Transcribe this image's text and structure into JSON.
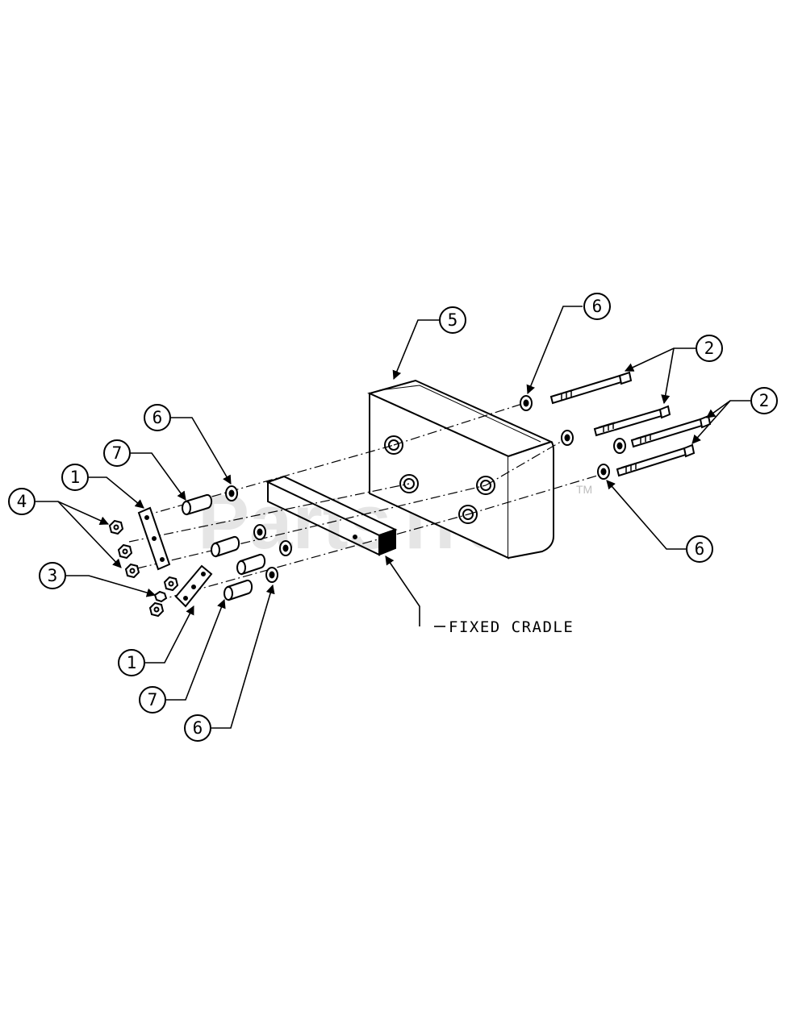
{
  "diagram": {
    "callouts": [
      {
        "id": "c5",
        "number": "5"
      },
      {
        "id": "c6a",
        "number": "6"
      },
      {
        "id": "c2a",
        "number": "2"
      },
      {
        "id": "c2b",
        "number": "2"
      },
      {
        "id": "c6b",
        "number": "6"
      },
      {
        "id": "c6c",
        "number": "6"
      },
      {
        "id": "c7a",
        "number": "7"
      },
      {
        "id": "c1a",
        "number": "1"
      },
      {
        "id": "c4",
        "number": "4"
      },
      {
        "id": "c3",
        "number": "3"
      },
      {
        "id": "c1b",
        "number": "1"
      },
      {
        "id": "c7b",
        "number": "7"
      },
      {
        "id": "c6d",
        "number": "6"
      }
    ],
    "fixed_cradle_label": "FIXED CRADLE",
    "watermark": "PartsTree",
    "trademark": "TM"
  }
}
